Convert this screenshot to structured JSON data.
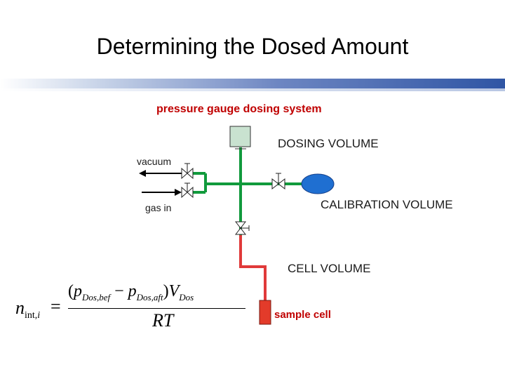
{
  "slide": {
    "title": "Determining the Dosed Amount"
  },
  "diagram": {
    "system_title": "pressure gauge dosing system",
    "labels": {
      "dosing_volume": "DOSING VOLUME",
      "vacuum": "vacuum",
      "gas_in": "gas in",
      "calibration_volume": "CALIBRATION VOLUME",
      "cell_volume": "CELL VOLUME",
      "sample_cell": "sample cell"
    },
    "colors": {
      "dosing_line": "#119a3c",
      "cell_line": "#e03a3a",
      "gauge_fill": "#c9e2d0",
      "calibration_fill": "#1f6fd1",
      "sample_cell_fill": "#e33b2a",
      "title_accent": "#c00000"
    }
  },
  "formula": {
    "lhs": "n",
    "lhs_sub_prefix": "int,",
    "lhs_sub_index": "i",
    "equals": "=",
    "numerator_open": "(",
    "p1": "p",
    "p1_sub": "Dos,bef",
    "minus": " − ",
    "p2": "p",
    "p2_sub": "Dos,aft",
    "numerator_close": ")",
    "v": "V",
    "v_sub": "Dos",
    "denominator": "RT"
  }
}
